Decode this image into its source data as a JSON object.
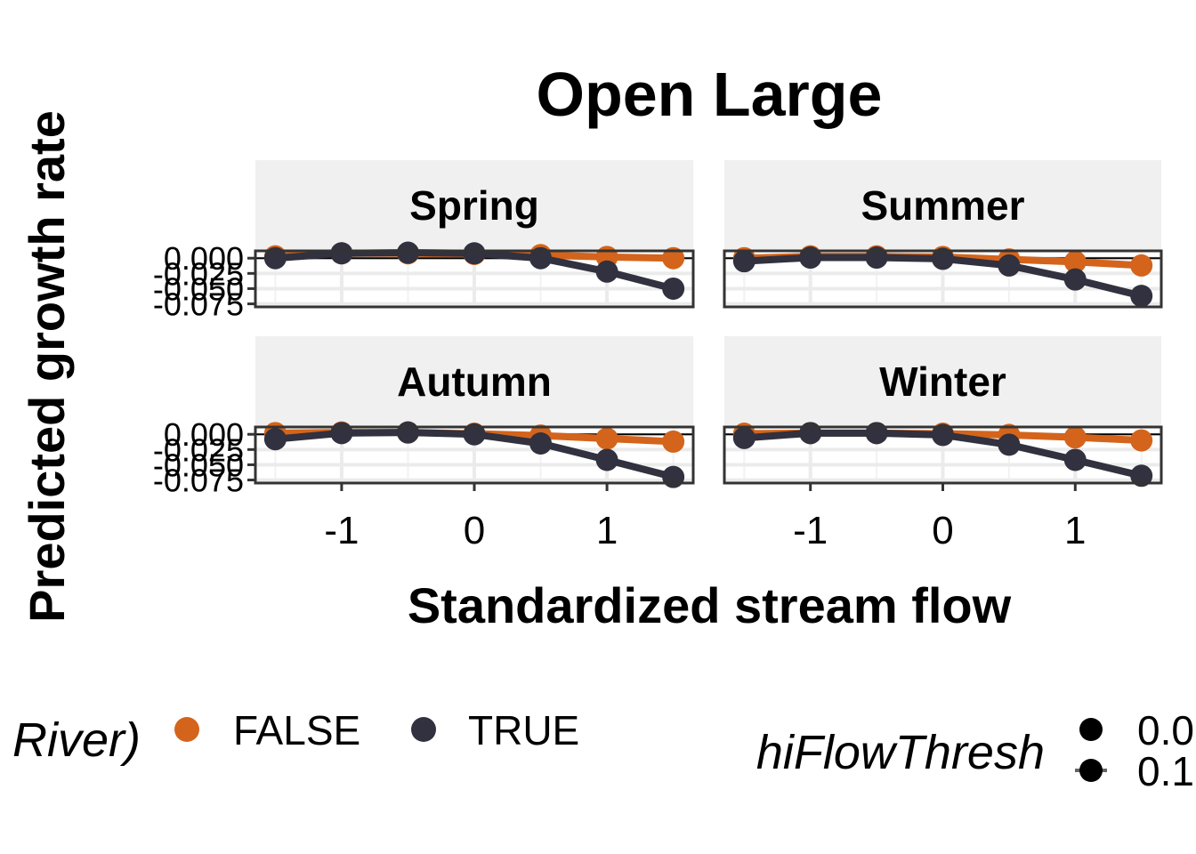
{
  "chart_data": {
    "type": "line",
    "title": "Open Large",
    "xlabel": "Standardized stream flow",
    "ylabel": "Predicted growth rate",
    "x": [
      -1.5,
      -1.0,
      -0.5,
      0.0,
      0.5,
      1.0,
      1.5
    ],
    "x_ticks": [
      "-1",
      "0",
      "1"
    ],
    "x_tick_values": [
      -1,
      0,
      1
    ],
    "xlim": [
      -1.65,
      1.65
    ],
    "y_ticks": [
      "0.000",
      "-0.025",
      "-0.050",
      "-0.075"
    ],
    "y_tick_values": [
      0.0,
      -0.025,
      -0.05,
      -0.075
    ],
    "ylim": [
      -0.08,
      0.012
    ],
    "hline": 0,
    "grid": true,
    "legend_position": "bottom",
    "legend": {
      "color": {
        "title": "River)",
        "entries": [
          {
            "label": "FALSE",
            "color": "#d4641b"
          },
          {
            "label": "TRUE",
            "color": "#31313f"
          }
        ]
      },
      "shape": {
        "title": "hiFlowThresh",
        "entries": [
          {
            "label": "0.0"
          },
          {
            "label": "0.1"
          }
        ]
      }
    },
    "panels": [
      {
        "name": "Spring",
        "series": [
          {
            "name": "FALSE",
            "color": "#d4641b",
            "values": [
              0.003,
              0.008,
              0.008,
              0.007,
              0.005,
              0.002,
              0.0
            ]
          },
          {
            "name": "TRUE",
            "color": "#31313f",
            "values": [
              0.0,
              0.008,
              0.009,
              0.008,
              0.0,
              -0.022,
              -0.05
            ]
          }
        ]
      },
      {
        "name": "Summer",
        "series": [
          {
            "name": "FALSE",
            "color": "#d4641b",
            "values": [
              0.0,
              0.003,
              0.003,
              0.002,
              -0.002,
              -0.006,
              -0.012
            ]
          },
          {
            "name": "TRUE",
            "color": "#31313f",
            "values": [
              -0.005,
              0.001,
              0.001,
              -0.001,
              -0.012,
              -0.035,
              -0.062
            ]
          }
        ]
      },
      {
        "name": "Autumn",
        "series": [
          {
            "name": "FALSE",
            "color": "#d4641b",
            "values": [
              0.002,
              0.003,
              0.003,
              0.001,
              -0.002,
              -0.007,
              -0.012
            ]
          },
          {
            "name": "TRUE",
            "color": "#31313f",
            "values": [
              -0.008,
              0.002,
              0.003,
              0.0,
              -0.015,
              -0.042,
              -0.07
            ]
          }
        ]
      },
      {
        "name": "Winter",
        "series": [
          {
            "name": "FALSE",
            "color": "#d4641b",
            "values": [
              0.001,
              0.002,
              0.002,
              0.001,
              -0.001,
              -0.005,
              -0.01
            ]
          },
          {
            "name": "TRUE",
            "color": "#31313f",
            "values": [
              -0.006,
              0.002,
              0.002,
              -0.001,
              -0.017,
              -0.042,
              -0.068
            ]
          }
        ]
      }
    ]
  }
}
